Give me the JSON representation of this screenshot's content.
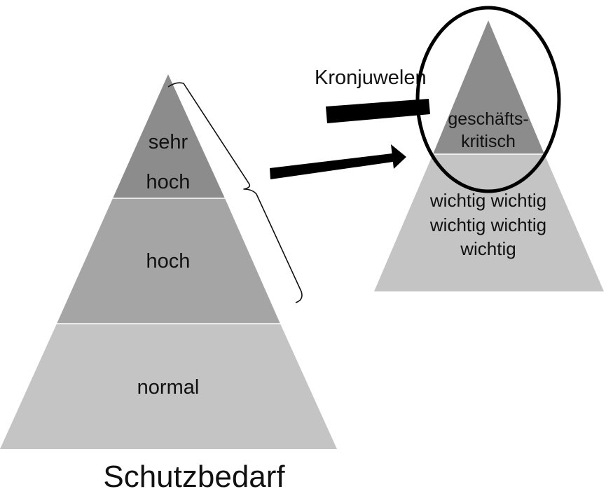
{
  "left_pyramid": {
    "tiers": [
      {
        "lines": [
          "sehr",
          "hoch"
        ],
        "color": "#8c8c8c"
      },
      {
        "lines": [
          "hoch"
        ],
        "color": "#a5a5a5"
      },
      {
        "lines": [
          "normal"
        ],
        "color": "#c4c4c4"
      }
    ],
    "caption": "Schutzbedarf"
  },
  "right_pyramid": {
    "tiers": [
      {
        "lines": [
          "geschäfts-",
          "kritisch"
        ],
        "color": "#8c8c8c"
      },
      {
        "lines": [
          "wichtig wichtig",
          "wichtig wichtig",
          "wichtig"
        ],
        "color": "#c4c4c4"
      }
    ]
  },
  "callout": {
    "label": "Kronjuwelen"
  },
  "colors": {
    "dark_tier": "#8c8c8c",
    "mid_tier": "#a5a5a5",
    "light_tier": "#c4c4c4",
    "ink": "#111111",
    "background": "#ffffff"
  }
}
